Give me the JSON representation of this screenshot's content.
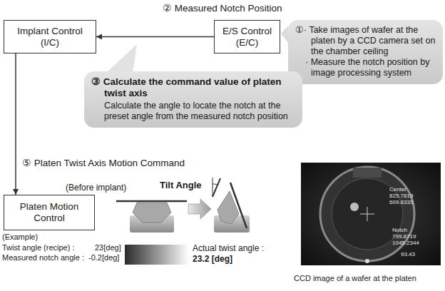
{
  "diagram": {
    "caption": "CCD image of a wafer at the platen",
    "nodes": [
      {
        "text": [
          "Implant Control (I/C)"
        ]
      },
      {
        "text": [
          "E/S Control (E/C)"
        ]
      },
      {
        "text": [
          "①· Take images of wafer at the platen by a CCD camera set on the chamber ceiling",
          "· Measure the notch position by image processing system"
        ]
      },
      {
        "text": [
          "③ Calculate the command value of platen twist axis",
          "Calculate the angle to locate the notch at the preset angle from the measured notch position"
        ]
      },
      {
        "text": [
          "Platen Motion Control"
        ]
      }
    ],
    "edges": [
      {
        "from": 1,
        "to": 0,
        "arrow": "to",
        "label": "② Measured Notch Position"
      },
      {
        "from": 0,
        "to": 4,
        "arrow": "to",
        "label": "⑤ Platen Twist Axis Motion Command"
      }
    ],
    "labels": [
      "(Before implant)",
      "Tilt Angle",
      "(Example)",
      "Twist angle (recipe) :",
      "23[deg]",
      "Measured notch angle :",
      "-0.2[deg]",
      "Actual twist angle :",
      "23.2 [deg]",
      "Center",
      "825.7819",
      "609.8335",
      "Notch",
      "799.8719",
      "1045.2344",
      "93.43"
    ]
  }
}
